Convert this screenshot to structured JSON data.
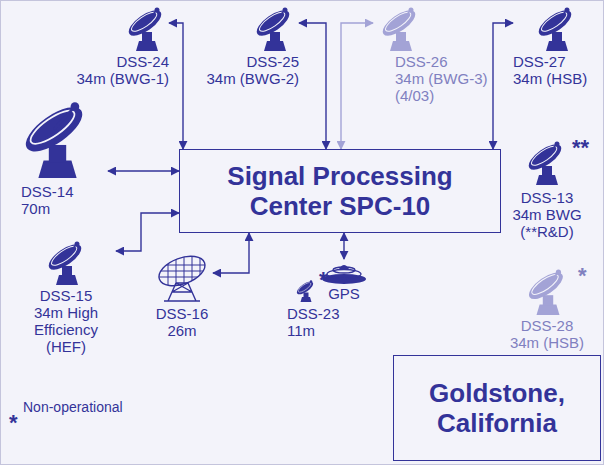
{
  "diagram": {
    "nodes": [
      {
        "text": [
          "DSS-24 34m (BWG-1)"
        ]
      },
      {
        "text": [
          "DSS-25 34m (BWG-2)"
        ]
      },
      {
        "text": [
          "DSS-26 34m (BWG-3) (4/03)"
        ]
      },
      {
        "text": [
          "DSS-27 34m (HSB)"
        ]
      },
      {
        "text": [
          "DSS-14 70m"
        ]
      },
      {
        "text": [
          "Signal Processing Center SPC-10"
        ]
      },
      {
        "text": [
          "**",
          "DSS-13 34m BWG (**R&D)"
        ]
      },
      {
        "text": [
          "DSS-15 34m High Efficiency (HEF)"
        ]
      },
      {
        "text": [
          "DSS-16 26m"
        ]
      },
      {
        "text": [
          "*",
          "DSS-23 11m"
        ]
      },
      {
        "text": [
          "GPS"
        ]
      },
      {
        "text": [
          "*",
          "DSS-28 34m (HSB)"
        ]
      },
      {
        "text": [
          "Goldstone, California"
        ]
      }
    ],
    "edges": [
      {
        "from": 0,
        "to": 5,
        "arrow": "both"
      },
      {
        "from": 1,
        "to": 5,
        "arrow": "both"
      },
      {
        "from": 2,
        "to": 5,
        "arrow": "both"
      },
      {
        "from": 3,
        "to": 5,
        "arrow": "both"
      },
      {
        "from": 4,
        "to": 5,
        "arrow": "both"
      },
      {
        "from": 7,
        "to": 5,
        "arrow": "both"
      },
      {
        "from": 8,
        "to": 5,
        "arrow": "both"
      },
      {
        "from": 10,
        "to": 5,
        "arrow": "both"
      }
    ],
    "labels": [
      "Non-operational",
      "*"
    ]
  }
}
